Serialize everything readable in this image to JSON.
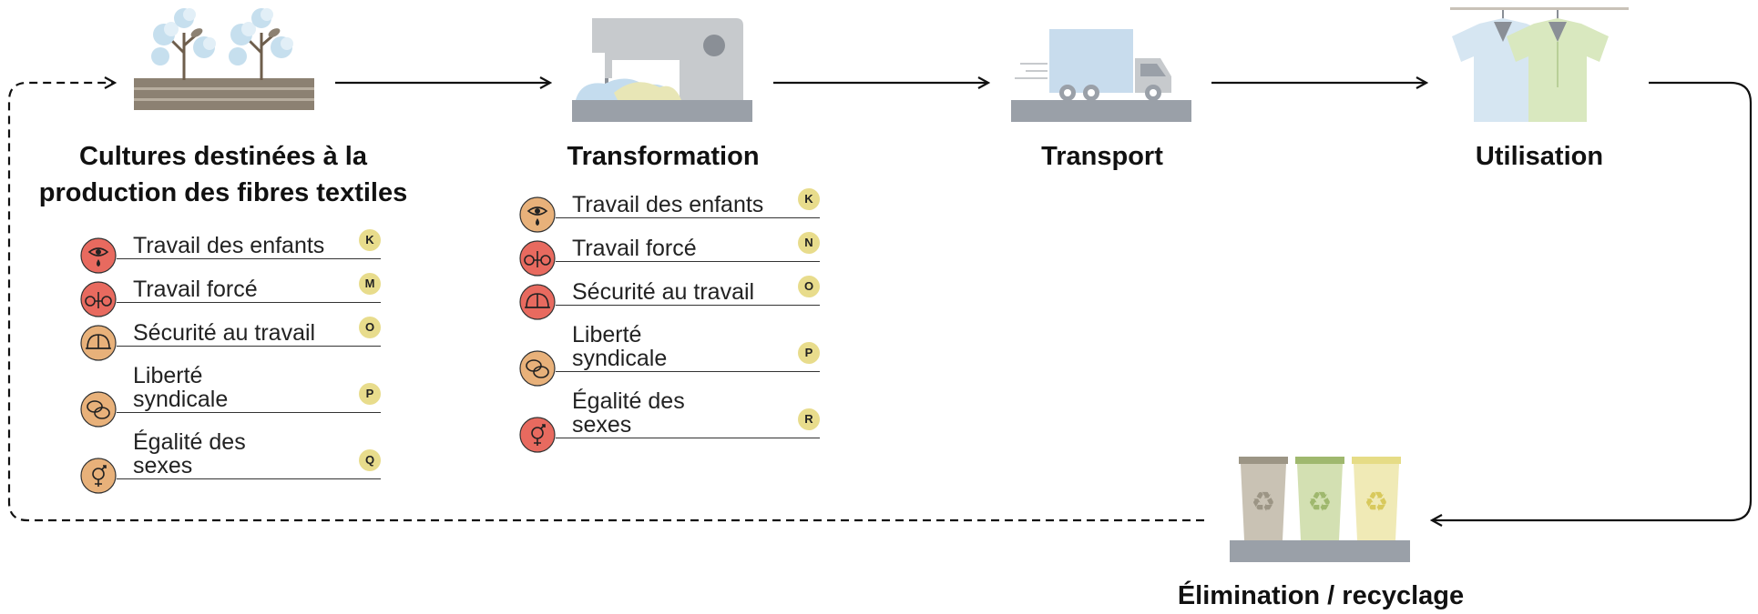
{
  "stages": {
    "cultures": "Cultures destinées à la production des fibres textiles",
    "transformation": "Transformation",
    "transport": "Transport",
    "utilisation": "Utilisation",
    "elimination": "Élimination / recyclage"
  },
  "cultures_issues": [
    {
      "label": "Travail des enfants",
      "badge": "K",
      "icon": "child-labour-icon",
      "color": "#e86a5f"
    },
    {
      "label": "Travail forcé",
      "badge": "M",
      "icon": "forced-labour-icon",
      "color": "#e86a5f"
    },
    {
      "label": "Sécurité au travail",
      "badge": "O",
      "icon": "safety-helmet-icon",
      "color": "#e8b17a"
    },
    {
      "label": "Liberté syndicale",
      "badge": "P",
      "icon": "speech-bubbles-icon",
      "color": "#e8b17a"
    },
    {
      "label": "Égalité des sexes",
      "badge": "Q",
      "icon": "gender-symbol-icon",
      "color": "#e8b17a"
    }
  ],
  "transformation_issues": [
    {
      "label": "Travail des enfants",
      "badge": "K",
      "icon": "child-labour-icon",
      "color": "#e8b17a"
    },
    {
      "label": "Travail forcé",
      "badge": "N",
      "icon": "forced-labour-icon",
      "color": "#e86a5f"
    },
    {
      "label": "Sécurité au travail",
      "badge": "O",
      "icon": "safety-helmet-icon",
      "color": "#e86a5f"
    },
    {
      "label": "Liberté syndicale",
      "badge": "P",
      "icon": "speech-bubbles-icon",
      "color": "#e8b17a"
    },
    {
      "label": "Égalité des sexes",
      "badge": "R",
      "icon": "gender-symbol-icon",
      "color": "#e86a5f"
    }
  ],
  "icons": {
    "cotton_field": "cotton-plant-icon",
    "sewing_machine": "sewing-machine-icon",
    "truck": "delivery-truck-icon",
    "shirts": "shirts-on-rack-icon",
    "bins": "recycling-bins-icon"
  },
  "colors": {
    "high_risk": "#e86a5f",
    "medium_risk": "#e8b17a",
    "badge": "#e8dc8c",
    "platform": "#9aa0a8"
  }
}
